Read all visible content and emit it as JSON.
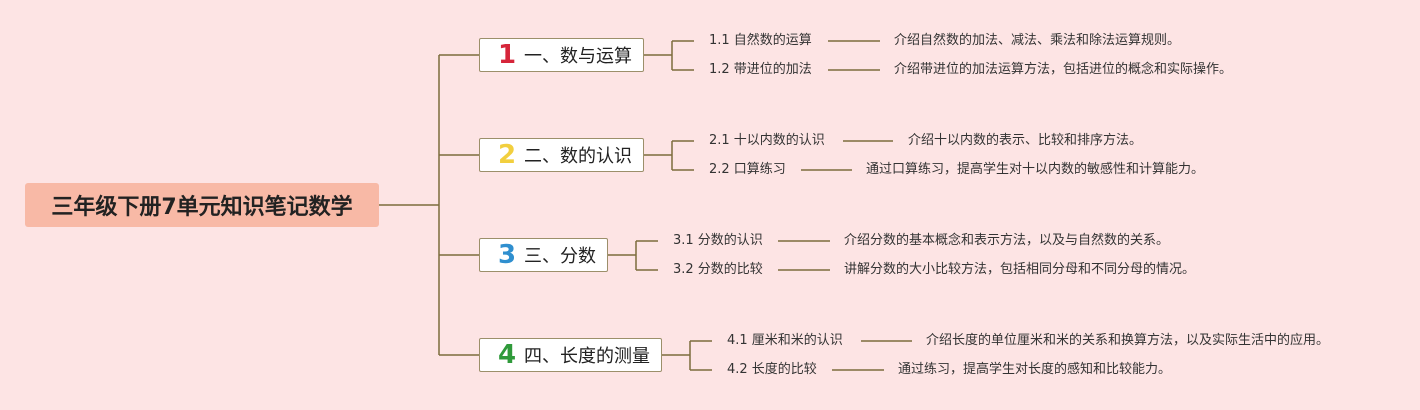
{
  "title": "三年级下册7单元知识笔记数学",
  "colors": {
    "background": "#fde4e4",
    "root_fill": "#f8b9a6",
    "line": "#7d6d3d",
    "num1": "#d6253a",
    "num2": "#f2cf3e",
    "num3": "#2f8fcf",
    "num4": "#2f9a3a"
  },
  "branches": [
    {
      "num": "1",
      "label": "一、数与运算",
      "items": [
        {
          "label": "1.1 自然数的运算",
          "desc": "介绍自然数的加法、减法、乘法和除法运算规则。"
        },
        {
          "label": "1.2 带进位的加法",
          "desc": "介绍带进位的加法运算方法，包括进位的概念和实际操作。"
        }
      ]
    },
    {
      "num": "2",
      "label": "二、数的认识",
      "items": [
        {
          "label": "2.1 十以内数的认识",
          "desc": "介绍十以内数的表示、比较和排序方法。"
        },
        {
          "label": "2.2 口算练习",
          "desc": "通过口算练习，提高学生对十以内数的敏感性和计算能力。"
        }
      ]
    },
    {
      "num": "3",
      "label": "三、分数",
      "items": [
        {
          "label": "3.1 分数的认识",
          "desc": "介绍分数的基本概念和表示方法，以及与自然数的关系。"
        },
        {
          "label": "3.2 分数的比较",
          "desc": "讲解分数的大小比较方法，包括相同分母和不同分母的情况。"
        }
      ]
    },
    {
      "num": "4",
      "label": "四、长度的测量",
      "items": [
        {
          "label": "4.1 厘米和米的认识",
          "desc": "介绍长度的单位厘米和米的关系和换算方法，以及实际生活中的应用。"
        },
        {
          "label": "4.2 长度的比较",
          "desc": "通过练习，提高学生对长度的感知和比较能力。"
        }
      ]
    }
  ]
}
